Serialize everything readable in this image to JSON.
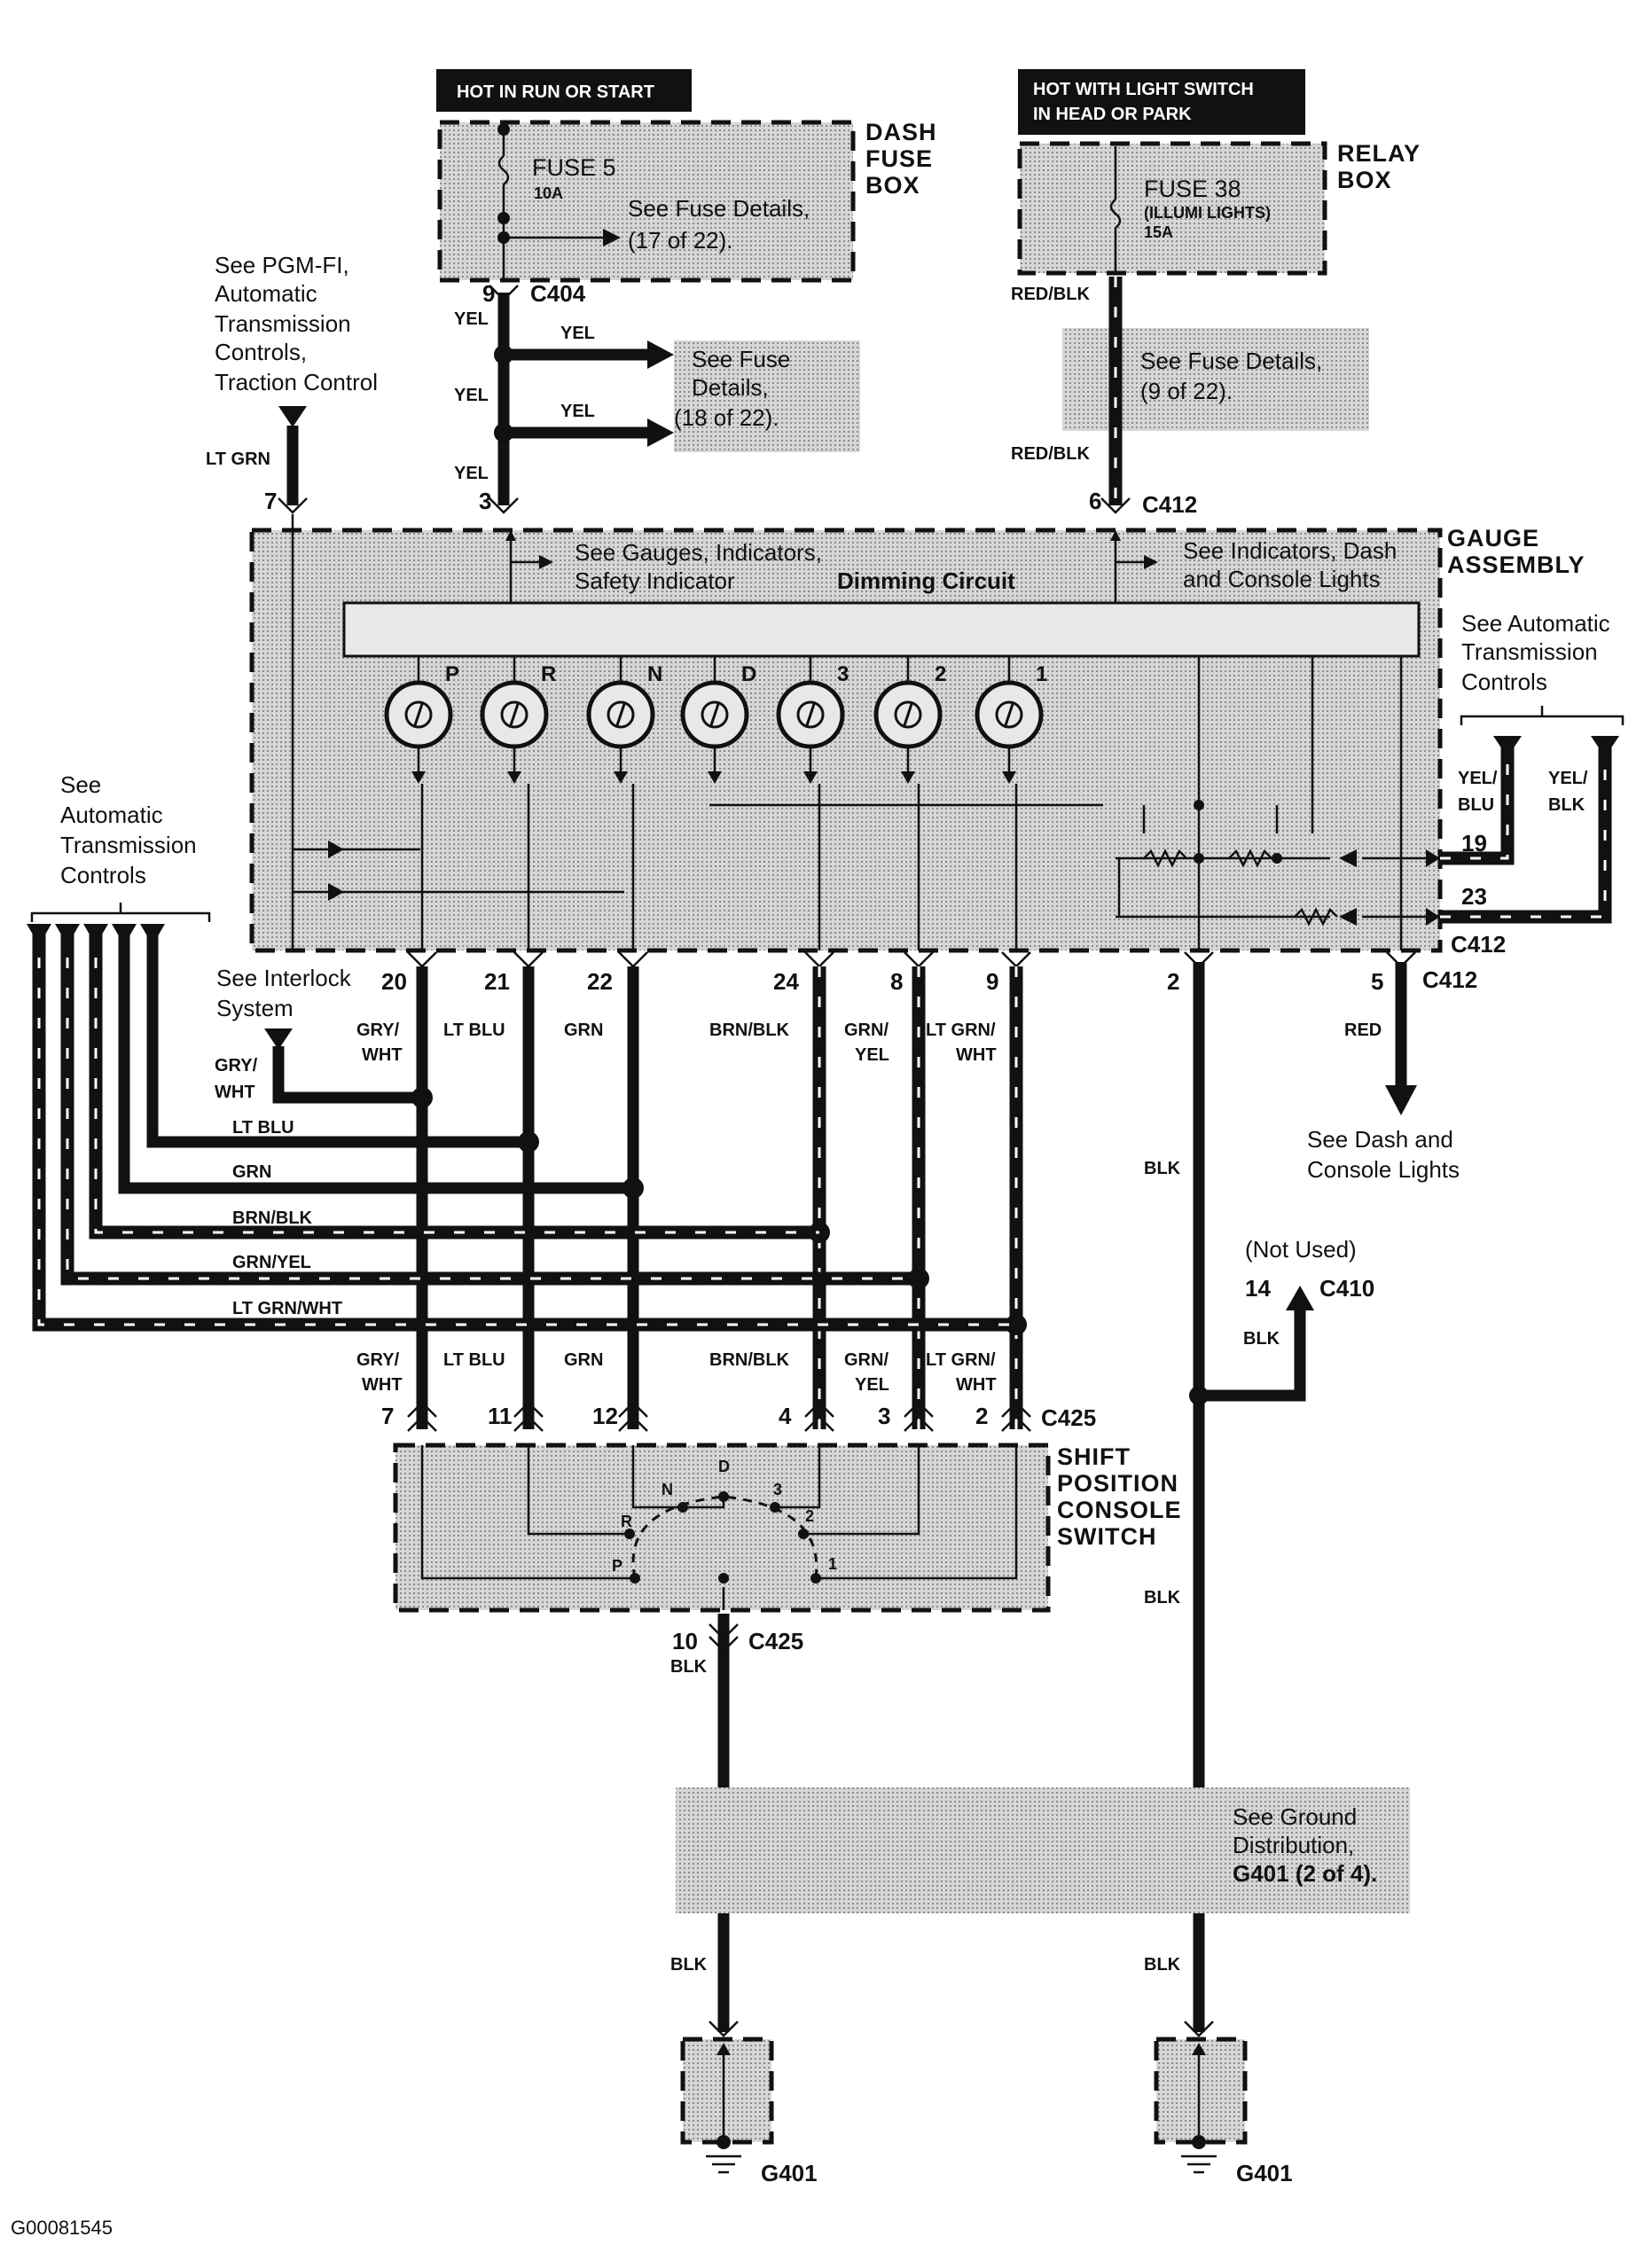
{
  "power": {
    "hot_run_start": "HOT IN RUN OR START",
    "hot_light_switch_1": "HOT WITH LIGHT SWITCH",
    "hot_light_switch_2": "IN HEAD OR PARK"
  },
  "dash_fuse_box": {
    "title_1": "DASH",
    "title_2": "FUSE",
    "title_3": "BOX",
    "fuse": "FUSE 5",
    "rating": "10A",
    "ref_1": "See Fuse Details,",
    "ref_2": "(17 of 22)."
  },
  "relay_box": {
    "title_1": "RELAY",
    "title_2": "BOX",
    "fuse": "FUSE 38",
    "fuse_sub": "(ILLUMI LIGHTS)",
    "rating": "15A"
  },
  "refs": {
    "pgmfi": [
      "See PGM-FI,",
      "Automatic",
      "Transmission",
      "Controls,",
      "Traction Control"
    ],
    "fuse18": [
      "See Fuse",
      "Details,",
      "(18 of 22)."
    ],
    "fuse9": [
      "See Fuse Details,",
      "(9 of 22)."
    ],
    "gauges": [
      "See Gauges, Indicators,",
      "Safety Indicator"
    ],
    "dimming": "Dimming Circuit",
    "indicators": [
      "See Indicators, Dash",
      "and Console Lights"
    ],
    "atc_right": [
      "See Automatic",
      "Transmission",
      "Controls"
    ],
    "atc_left": [
      "See",
      "Automatic",
      "Transmission",
      "Controls"
    ],
    "interlock": [
      "See Interlock",
      "System"
    ],
    "dash_lights": [
      "See Dash and",
      "Console Lights"
    ],
    "not_used": "(Not Used)",
    "ground": [
      "See Ground",
      "Distribution,",
      "G401 (2 of 4)."
    ]
  },
  "connectors": {
    "c404": "C404",
    "c412": "C412",
    "c410": "C410",
    "c425": "C425",
    "g401": "G401"
  },
  "gauge_assembly": {
    "title_1": "GAUGE",
    "title_2": "ASSEMBLY"
  },
  "shift_switch": {
    "title_1": "SHIFT",
    "title_2": "POSITION",
    "title_3": "CONSOLE",
    "title_4": "SWITCH"
  },
  "lamps": [
    "P",
    "R",
    "N",
    "D",
    "3",
    "2",
    "1"
  ],
  "switch_positions": [
    "P",
    "R",
    "N",
    "D",
    "3",
    "2",
    "1"
  ],
  "pins": {
    "top": [
      "9",
      "7",
      "3",
      "6"
    ],
    "gauge_bottom": [
      "20",
      "21",
      "22",
      "24",
      "8",
      "9",
      "2",
      "5"
    ],
    "gauge_right": [
      "19",
      "23"
    ],
    "c425_top": [
      "7",
      "11",
      "12",
      "4",
      "3",
      "2"
    ],
    "c425_bottom": "10",
    "c410": "14"
  },
  "wires": {
    "yel": "YEL",
    "lt_grn": "LT GRN",
    "red_blk": "RED/BLK",
    "gry_wht": [
      "GRY/",
      "WHT"
    ],
    "lt_blu": "LT BLU",
    "grn": "GRN",
    "brn_blk": "BRN/BLK",
    "grn_yel": [
      "GRN/",
      "YEL"
    ],
    "lt_grn_wht": [
      "LT GRN/",
      "WHT"
    ],
    "blk": "BLK",
    "red": "RED",
    "yel_blu": [
      "YEL/",
      "BLU"
    ],
    "yel_blk": [
      "YEL/",
      "BLK"
    ],
    "h_lt_blu": "LT BLU",
    "h_grn": "GRN",
    "h_brn_blk": "BRN/BLK",
    "h_grn_yel": "GRN/YEL",
    "h_lt_grn_wht": "LT GRN/WHT",
    "h_gry": "GRY/",
    "h_wht": "WHT"
  },
  "figure_id": "G00081545"
}
